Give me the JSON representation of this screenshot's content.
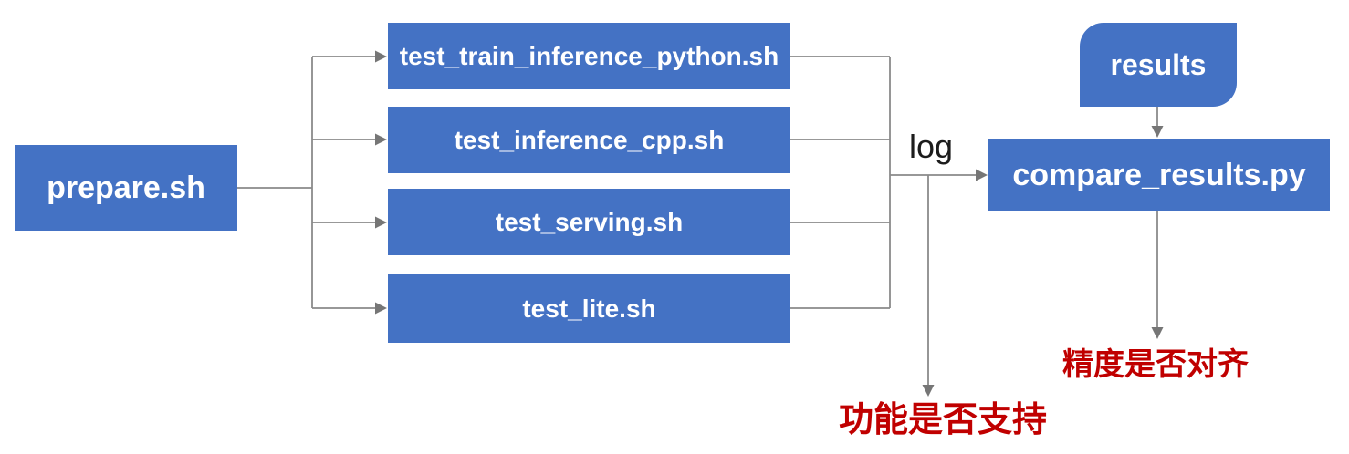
{
  "diagram": {
    "type": "flowchart",
    "background_color": "#ffffff",
    "node_fill_color": "#4472c4",
    "node_text_color": "#ffffff",
    "connector_color": "#8a8a8a",
    "arrowhead_color": "#767676",
    "warning_text_color": "#c00000",
    "nodes": {
      "prepare": {
        "label": "prepare.sh",
        "shape": "rectangle"
      },
      "tests": [
        {
          "label": "test_train_inference_python.sh",
          "shape": "rectangle"
        },
        {
          "label": "test_inference_cpp.sh",
          "shape": "rectangle"
        },
        {
          "label": "test_serving.sh",
          "shape": "rectangle"
        },
        {
          "label": "test_lite.sh",
          "shape": "rectangle"
        }
      ],
      "results": {
        "label": "results",
        "shape": "round-diagonal-corner-rectangle"
      },
      "compare": {
        "label": "compare_results.py",
        "shape": "rectangle"
      }
    },
    "labels": {
      "log": "log",
      "feature_check": "功能是否支持",
      "accuracy_check": "精度是否对齐"
    },
    "edges": [
      {
        "from": "prepare.sh",
        "to": "test_train_inference_python.sh"
      },
      {
        "from": "prepare.sh",
        "to": "test_inference_cpp.sh"
      },
      {
        "from": "prepare.sh",
        "to": "test_serving.sh"
      },
      {
        "from": "prepare.sh",
        "to": "test_lite.sh"
      },
      {
        "from": "tests (merged log)",
        "to": "compare_results.py",
        "label": "log"
      },
      {
        "from": "tests (merged log)",
        "to": "功能是否支持"
      },
      {
        "from": "results",
        "to": "compare_results.py"
      },
      {
        "from": "compare_results.py",
        "to": "精度是否对齐"
      }
    ]
  }
}
